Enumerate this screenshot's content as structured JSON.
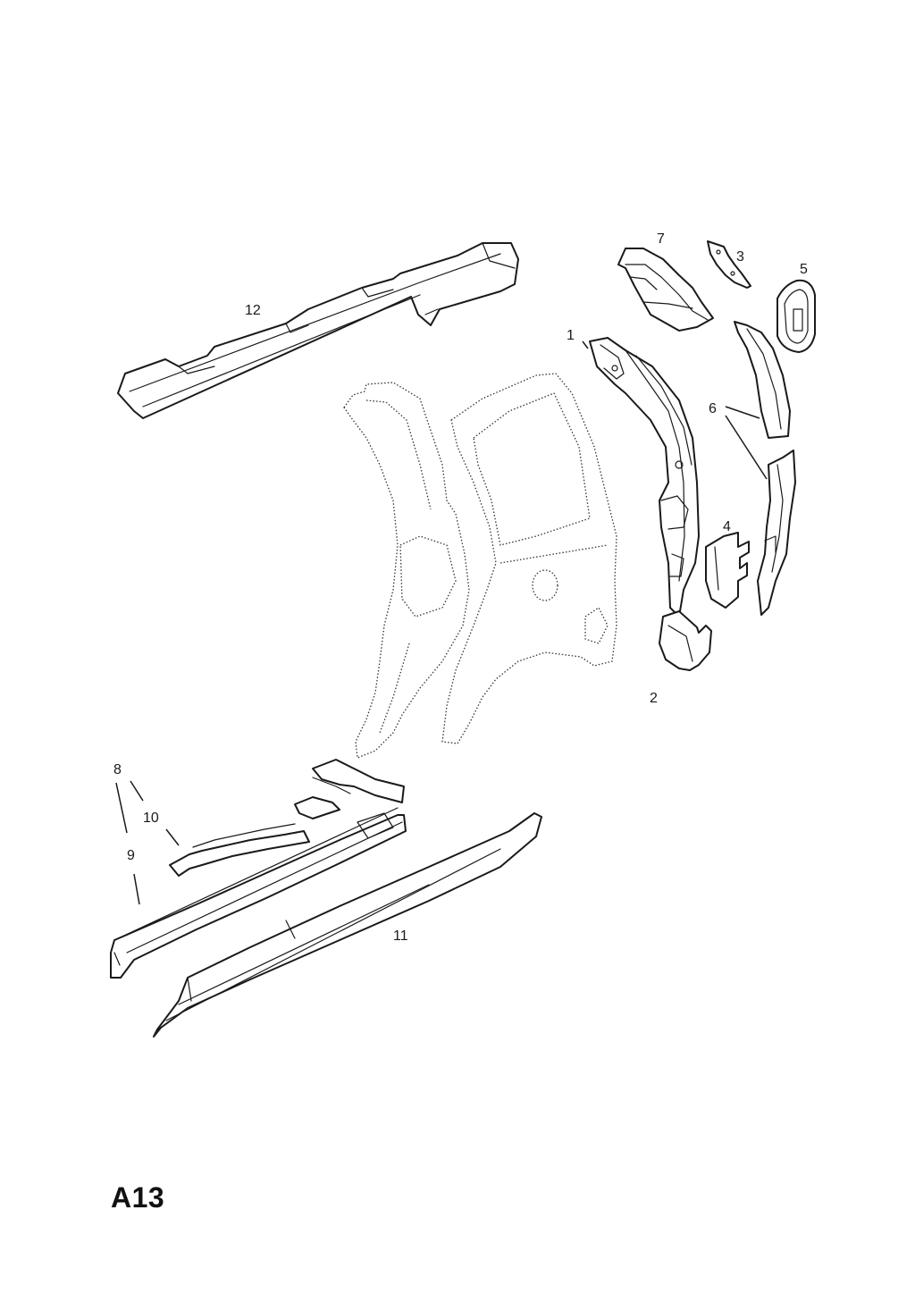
{
  "page_code": "A13",
  "callouts": {
    "c1": "1",
    "c2": "2",
    "c3": "3",
    "c4": "4",
    "c5": "5",
    "c6": "6",
    "c7": "7",
    "c8": "8",
    "c9": "9",
    "c10": "10",
    "c11": "11",
    "c12": "12"
  }
}
